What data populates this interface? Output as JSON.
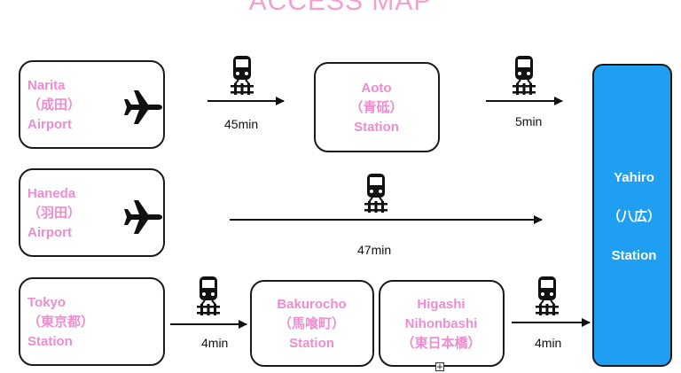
{
  "title": "ACCESS MAP",
  "colors": {
    "label_pink": "#ee8ccf",
    "destination_blue": "#1e9ff2"
  },
  "routes": {
    "narita": {
      "lines": [
        "Narita",
        "（成田）",
        "Airport"
      ],
      "icon": "airplane-icon"
    },
    "haneda": {
      "lines": [
        "Haneda",
        "（羽田）",
        "Airport"
      ],
      "icon": "airplane-icon"
    },
    "tokyo": {
      "lines": [
        "Tokyo",
        "（東京都）",
        "Station"
      ]
    }
  },
  "stations": {
    "aoto": [
      "Aoto",
      "（青砥）",
      "Station"
    ],
    "bakurocho": [
      "Bakurocho",
      "（馬喰町）",
      "Station"
    ],
    "higashi_nihonbashi": [
      "Higashi",
      "Nihonbashi",
      "（東日本橋）"
    ],
    "yahiro": [
      "Yahiro",
      "（八広）",
      "Station"
    ]
  },
  "durations": {
    "narita_aoto": "45min",
    "aoto_yahiro": "5min",
    "haneda_yahiro": "47min",
    "tokyo_bakurocho": "4min",
    "nihonbashi_yahiro": "4min"
  },
  "icons": {
    "train": "train-icon",
    "plane": "airplane-icon"
  }
}
